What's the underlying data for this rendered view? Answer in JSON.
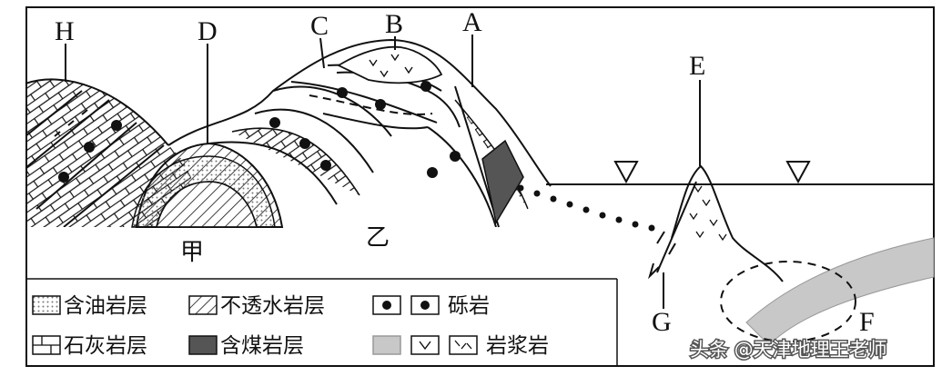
{
  "point_labels": {
    "H": "H",
    "D": "D",
    "C": "C",
    "B": "B",
    "A": "A",
    "E": "E",
    "G": "G",
    "F": "F"
  },
  "region_labels": {
    "jia": "甲",
    "yi": "乙"
  },
  "legend": {
    "oil_layer": "含油岩层",
    "impermeable_layer": "不透水岩层",
    "conglomerate": "砾岩",
    "limestone_layer": "石灰岩层",
    "coal_layer": "含煤岩层",
    "magmatic_rock": "岩浆岩"
  },
  "watermark": "头条 @天津地理王老师",
  "colors": {
    "line": "#111111",
    "coal": "#555555",
    "plate": "#c8c8c8",
    "oil_dots": "#777777"
  }
}
